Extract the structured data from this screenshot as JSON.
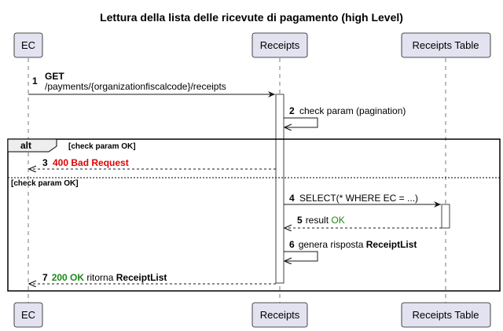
{
  "title": "Lettura della lista delle ricevute di pagamento (high Level)",
  "participants": {
    "ec": "EC",
    "receipts": "Receipts",
    "table": "Receipts Table"
  },
  "colors": {
    "participant_fill": "#e2e2f0",
    "participant_border": "#181818",
    "lifeline": "#7a7a7a",
    "activation_fill": "#ffffff",
    "red": "#e00000",
    "green": "#1a8a1a"
  },
  "alt": {
    "keyword": "alt",
    "guard1": "[check param OK]",
    "guard2": "[check param OK]"
  },
  "messages": {
    "m1": {
      "num": "1",
      "line1": "GET",
      "line2": "/payments/{organizationfiscalcode}/receipts"
    },
    "m2": {
      "num": "2",
      "text": "check param (pagination)"
    },
    "m3": {
      "num": "3",
      "text": "400 Bad Request"
    },
    "m4": {
      "num": "4",
      "text": "SELECT(* WHERE EC = ...)"
    },
    "m5": {
      "num": "5",
      "prefix": "result ",
      "ok": "OK"
    },
    "m6": {
      "num": "6",
      "prefix": "genera risposta ",
      "strong": "ReceiptList"
    },
    "m7": {
      "num": "7",
      "code": "200 OK",
      "mid": " ritorna ",
      "strong": "ReceiptList"
    }
  }
}
